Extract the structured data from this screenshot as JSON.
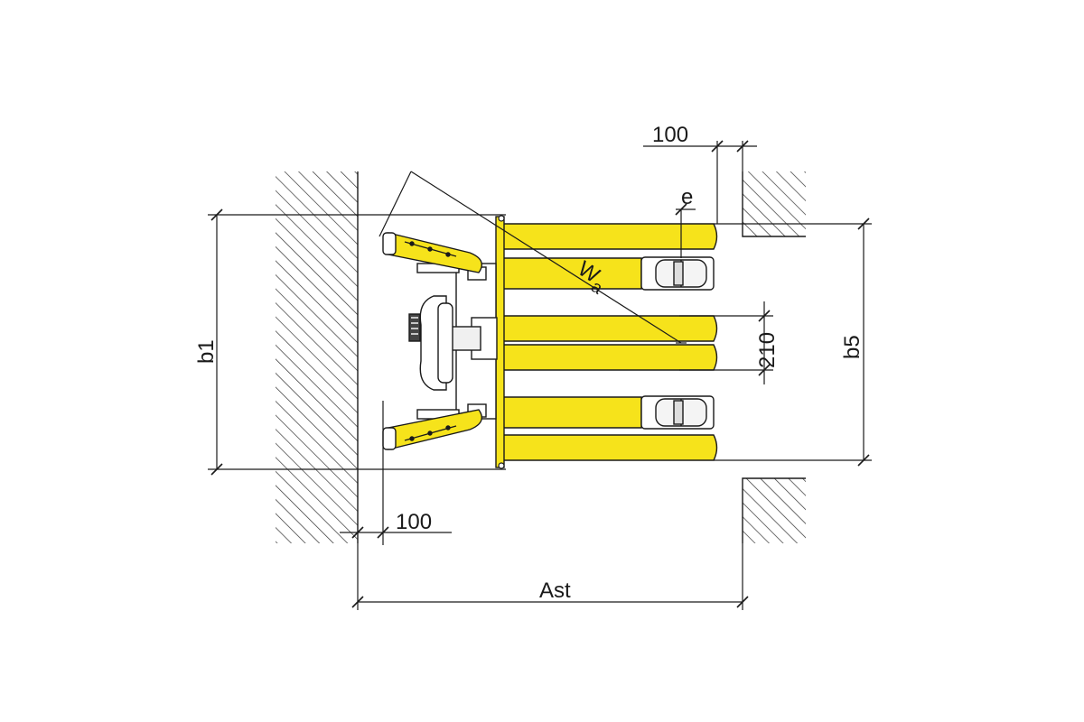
{
  "diagram": {
    "colors": {
      "fork": "#f6e31b",
      "line": "#1a1a1a",
      "hatch": "#333333",
      "background": "#ffffff"
    },
    "labels": {
      "clearance_top": "100",
      "clearance_bottom": "100",
      "e": "e",
      "wa_main": "W",
      "wa_sub": "a",
      "fork_gap": "210",
      "b1": "b1",
      "b5": "b5",
      "ast": "Ast"
    }
  }
}
